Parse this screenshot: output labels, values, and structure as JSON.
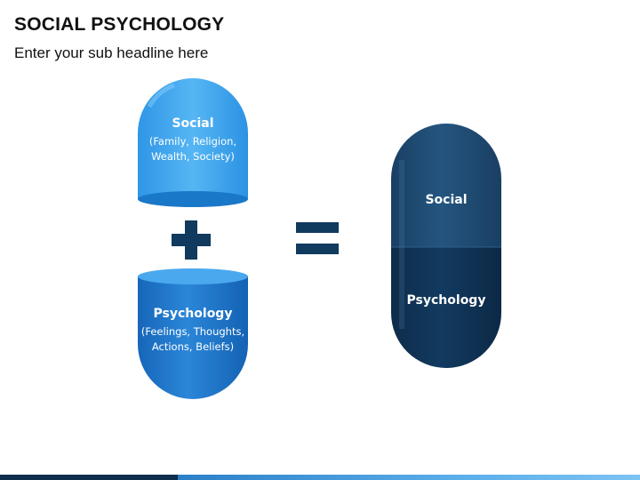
{
  "header": {
    "title": "SOCIAL PSYCHOLOGY",
    "subtitle": "Enter your sub headline here"
  },
  "left_top_capsule": {
    "label": "Social",
    "sub_line1": "(Family, Religion,",
    "sub_line2": "Wealth, Society)"
  },
  "left_bottom_capsule": {
    "label": "Psychology",
    "sub_line1": "(Feelings, Thoughts,",
    "sub_line2": "Actions, Beliefs)"
  },
  "right_capsule": {
    "top_label": "Social",
    "bottom_label": "Psychology"
  },
  "colors": {
    "light_blue": "#3aa0ea",
    "mid_blue": "#1a72c4",
    "dark_navy": "#1b466e",
    "operator": "#103a5e"
  },
  "icons": [
    "plus-icon",
    "equals-icon"
  ]
}
